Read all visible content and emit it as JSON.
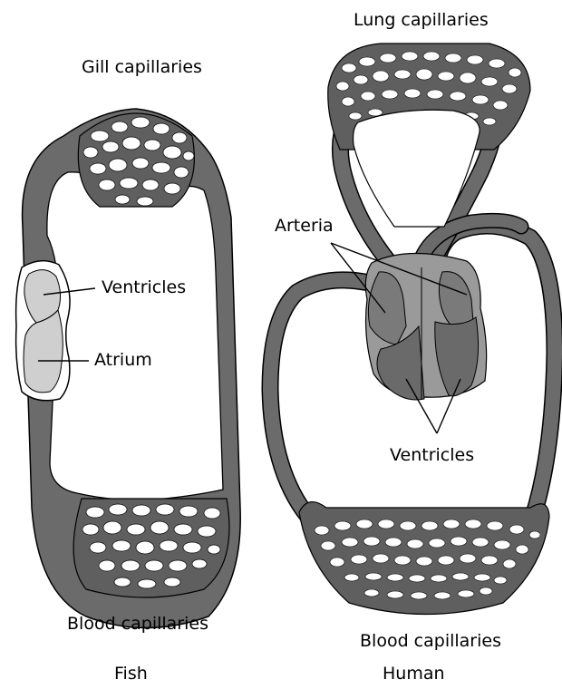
{
  "fish": {
    "title": "Fish",
    "labels": {
      "gill": "Gill capillaries",
      "ventricles": "Ventricles",
      "atrium": "Atrium",
      "blood": "Blood capillaries"
    }
  },
  "human": {
    "title": "Human",
    "labels": {
      "lung": "Lung capillaries",
      "arteria": "Arteria",
      "ventricles": "Ventricles",
      "blood": "Blood capillaries"
    }
  },
  "colors": {
    "vessel": "#6b6b6b",
    "vessel_dark": "#555555",
    "heart_fill": "#cfcfcf",
    "outline": "#000000",
    "background": "#ffffff"
  }
}
